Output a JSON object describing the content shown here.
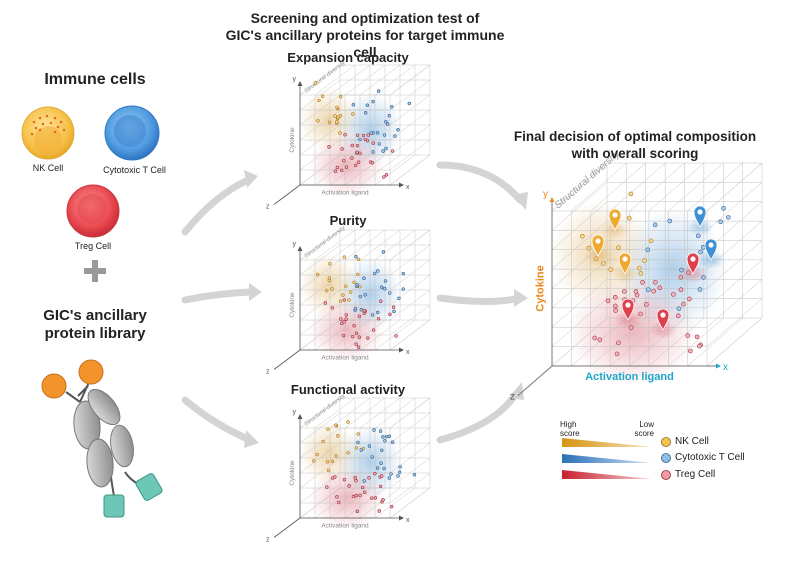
{
  "header": {
    "title_line1": "Screening and optimization test of",
    "title_line2": "GIC's ancillary proteins for target immune cell"
  },
  "left": {
    "immune_title": "Immune cells",
    "cells": {
      "nk": "NK Cell",
      "cytotoxic": "Cytotoxic T Cell",
      "treg": "Treg Cell"
    },
    "plus": "+",
    "library_line1": "GIC's ancillary",
    "library_line2": "protein library"
  },
  "panels": [
    {
      "title": "Expansion capacity",
      "title_color": "#c0475f",
      "y": "y",
      "x": "x",
      "z": "z",
      "ylabel": "Cytokine",
      "xlabel": "Activation ligand",
      "diag": "Structural diversity"
    },
    {
      "title": "Purity",
      "title_color": "#b5792a",
      "y": "y",
      "x": "x",
      "z": "z",
      "ylabel": "Cytokine",
      "xlabel": "Activation ligand",
      "diag": "Structural diversity"
    },
    {
      "title": "Functional activity",
      "title_color": "#4a6fa8",
      "y": "y",
      "x": "x",
      "z": "z",
      "ylabel": "Cytokine",
      "xlabel": "Activation ligand",
      "diag": "Structural diversity"
    }
  ],
  "final": {
    "title_line1": "Final decision of optimal composition",
    "title_line2": "with overall scoring",
    "y": "y",
    "x": "x",
    "z": "z",
    "ylabel": "Cytokine",
    "xlabel": "Activation ligand",
    "diag": "Structural diversity",
    "ylabel_color": "#e8891a",
    "xlabel_color": "#1fa7c9"
  },
  "legend": {
    "high_score": "High score",
    "low_score": "Low score",
    "items": [
      "NK Cell",
      "Cytotoxic T Cell",
      "Treg Cell"
    ]
  },
  "colors": {
    "nk": "#f0a830",
    "cytotoxic": "#3f8fd4",
    "treg": "#e0404e",
    "arrow": "#d4d4d4"
  }
}
